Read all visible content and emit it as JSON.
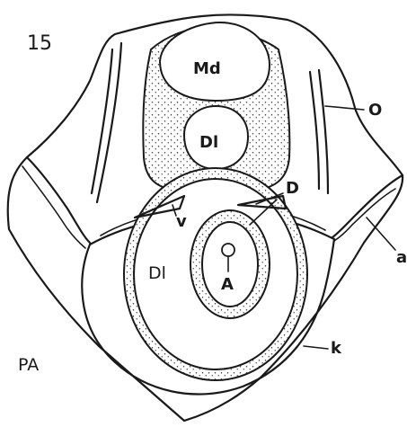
{
  "figure": {
    "number": "15",
    "corner_label": "PA",
    "labels": {
      "md": "Md",
      "dl_upper": "Dl",
      "dl_lower": "Dl",
      "a_center": "A",
      "o": "O",
      "d": "D",
      "v": "v",
      "a_right": "a",
      "k": "k"
    }
  }
}
